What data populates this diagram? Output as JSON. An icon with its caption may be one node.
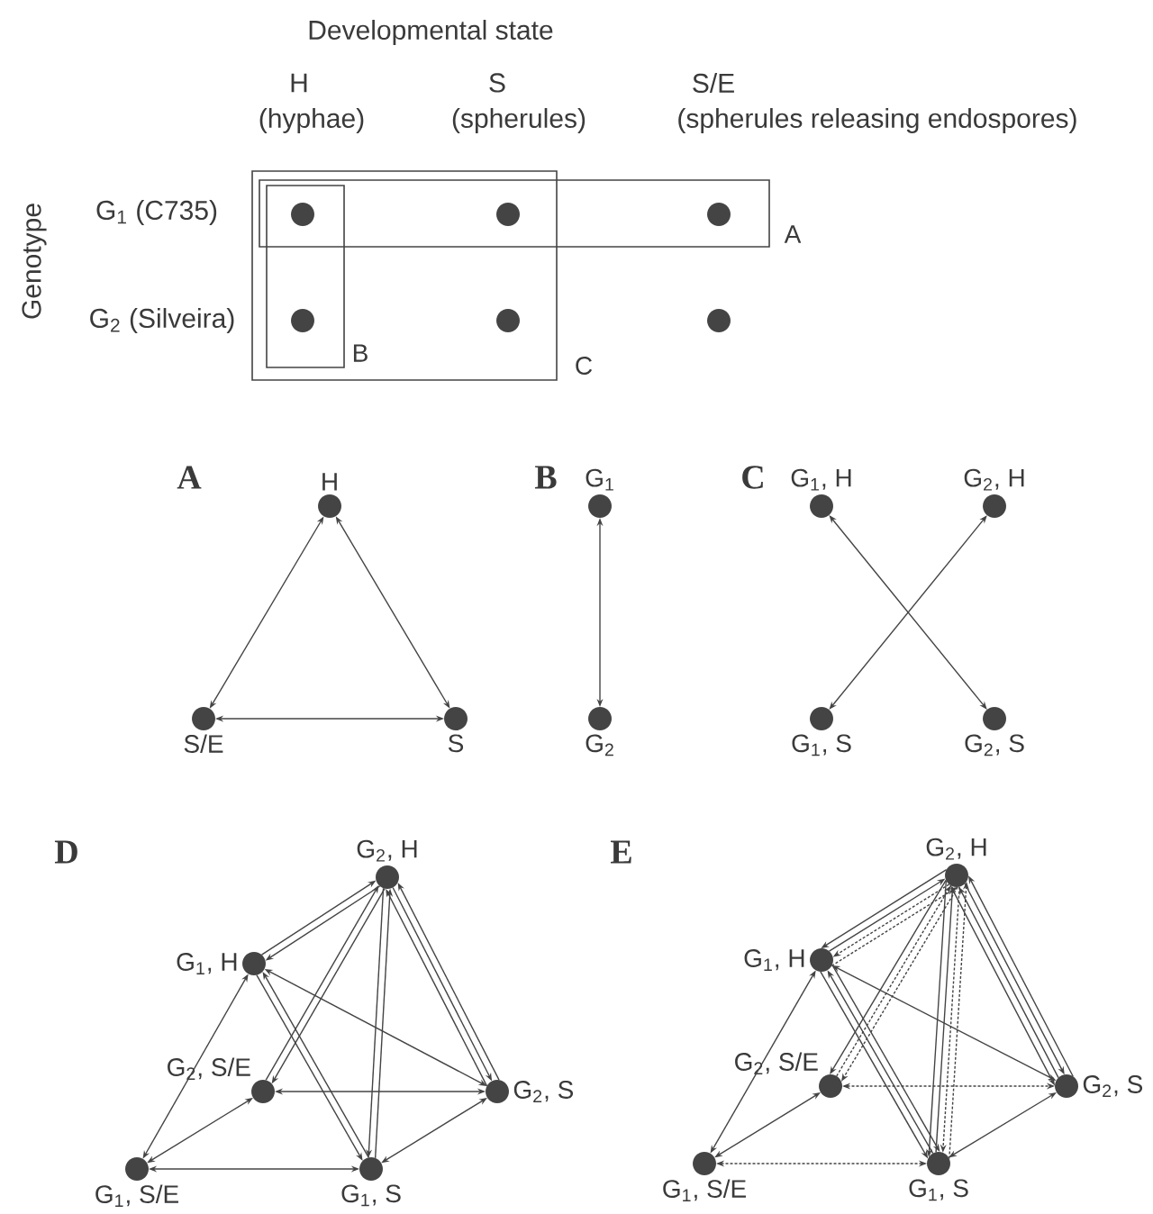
{
  "diagram": {
    "nodes": [
      {
        "text": [],
        "shape": "box",
        "beside": [
          "C"
        ]
      },
      {
        "text": [],
        "shape": "box",
        "beside": [
          "A"
        ]
      },
      {
        "text": [],
        "shape": "box",
        "beside": [
          "B"
        ],
        "in": 0
      },
      {
        "text": [],
        "shape": "circle"
      },
      {
        "text": [],
        "shape": "circle"
      },
      {
        "text": [],
        "shape": "circle",
        "in": 1
      },
      {
        "text": [],
        "shape": "circle",
        "in": 2
      },
      {
        "text": [],
        "shape": "circle",
        "in": 0
      },
      {
        "text": [],
        "shape": "circle"
      },
      {
        "text": [
          "H"
        ]
      },
      {
        "text": [
          "S/E"
        ]
      },
      {
        "text": [
          "S"
        ]
      },
      {
        "text": [
          "G$_{1}$"
        ]
      },
      {
        "text": [
          "G$_{2}$"
        ]
      },
      {
        "text": [
          "G$_{1}$, H"
        ]
      },
      {
        "text": [
          "G$_{2}$, H"
        ]
      },
      {
        "text": [
          "G$_{1}$, S"
        ]
      },
      {
        "text": [
          "G$_{2}$, S"
        ]
      },
      {
        "text": [
          "G$_{2}$, H"
        ]
      },
      {
        "text": [
          "G$_{1}$, H"
        ]
      },
      {
        "text": [
          "G$_{2}$, S/E"
        ]
      },
      {
        "text": [
          "G$_{2}$, S"
        ]
      },
      {
        "text": [
          "G$_{1}$, S/E"
        ]
      },
      {
        "text": [
          "G$_{1}$, S"
        ]
      },
      {
        "text": [
          "G$_{2}$, H"
        ]
      },
      {
        "text": [
          "G$_{1}$, H"
        ]
      },
      {
        "text": [
          "G$_{2}$, S/E"
        ]
      },
      {
        "text": [
          "G$_{2}$, S"
        ]
      },
      {
        "text": [
          "G$_{1}$, S/E"
        ]
      },
      {
        "text": [
          "G$_{1}$, S"
        ]
      }
    ],
    "edges": [
      {
        "from": 9,
        "to": 10,
        "arrow": "both"
      },
      {
        "from": 9,
        "to": 11,
        "arrow": "both"
      },
      {
        "from": 10,
        "to": 11,
        "arrow": "both"
      },
      {
        "from": 12,
        "to": 13,
        "arrow": "both"
      },
      {
        "from": 14,
        "to": 17,
        "arrow": "both"
      },
      {
        "from": 15,
        "to": 16,
        "arrow": "both"
      },
      {
        "from": 19,
        "to": 18,
        "arrow": "to"
      },
      {
        "from": 18,
        "to": 19,
        "arrow": "to"
      },
      {
        "from": 20,
        "to": 18,
        "arrow": "to"
      },
      {
        "from": 18,
        "to": 20,
        "arrow": "to"
      },
      {
        "from": 18,
        "to": 23,
        "arrow": "to"
      },
      {
        "from": 23,
        "to": 18,
        "arrow": "to"
      },
      {
        "from": 21,
        "to": 18,
        "arrow": "to"
      },
      {
        "from": 18,
        "to": 21,
        "arrow": "to"
      },
      {
        "from": 21,
        "to": 18,
        "arrow": "to"
      },
      {
        "from": 19,
        "to": 23,
        "arrow": "to"
      },
      {
        "from": 23,
        "to": 19,
        "arrow": "to"
      },
      {
        "from": 19,
        "to": 21,
        "arrow": "both"
      },
      {
        "from": 19,
        "to": 22,
        "arrow": "both"
      },
      {
        "from": 20,
        "to": 21,
        "arrow": "both"
      },
      {
        "from": 20,
        "to": 22,
        "arrow": "both"
      },
      {
        "from": 22,
        "to": 23,
        "arrow": "both"
      },
      {
        "from": 23,
        "to": 21,
        "arrow": "both"
      },
      {
        "from": 24,
        "to": 25,
        "arrow": "to"
      },
      {
        "from": 25,
        "to": 24,
        "arrow": "to"
      },
      {
        "from": 24,
        "to": 25,
        "arrow": "to",
        "style": "dashed"
      },
      {
        "from": 25,
        "to": 24,
        "arrow": "to",
        "style": "dashed"
      },
      {
        "from": 24,
        "to": 26,
        "arrow": "to"
      },
      {
        "from": 26,
        "to": 24,
        "arrow": "to",
        "style": "dashed"
      },
      {
        "from": 24,
        "to": 26,
        "arrow": "to",
        "style": "dashed"
      },
      {
        "from": 24,
        "to": 29,
        "arrow": "to"
      },
      {
        "from": 29,
        "to": 24,
        "arrow": "to"
      },
      {
        "from": 24,
        "to": 29,
        "arrow": "to",
        "style": "dashed"
      },
      {
        "from": 29,
        "to": 24,
        "arrow": "to",
        "style": "dashed"
      },
      {
        "from": 24,
        "to": 27,
        "arrow": "to"
      },
      {
        "from": 27,
        "to": 24,
        "arrow": "to"
      },
      {
        "from": 24,
        "to": 27,
        "arrow": "to"
      },
      {
        "from": 27,
        "to": 24,
        "arrow": "to"
      },
      {
        "from": 25,
        "to": 29,
        "arrow": "to"
      },
      {
        "from": 29,
        "to": 25,
        "arrow": "to"
      },
      {
        "from": 25,
        "to": 29,
        "arrow": "to"
      },
      {
        "from": 25,
        "to": 27,
        "arrow": "both"
      },
      {
        "from": 25,
        "to": 28,
        "arrow": "both"
      },
      {
        "from": 26,
        "to": 27,
        "arrow": "both",
        "style": "dashed"
      },
      {
        "from": 26,
        "to": 28,
        "arrow": "both"
      },
      {
        "from": 28,
        "to": 29,
        "arrow": "both",
        "style": "dashed"
      },
      {
        "from": 29,
        "to": 27,
        "arrow": "both"
      }
    ],
    "labels": [
      "Developmental state",
      "H",
      "S",
      "S/E",
      "(hyphae)",
      "(spherules)",
      "(spherules releasing endospores)",
      "Genotype",
      "G$_{1}$ (C735)",
      "G$_{2}$ (Silveira)",
      "A",
      "B",
      "C",
      "D",
      "E"
    ]
  }
}
